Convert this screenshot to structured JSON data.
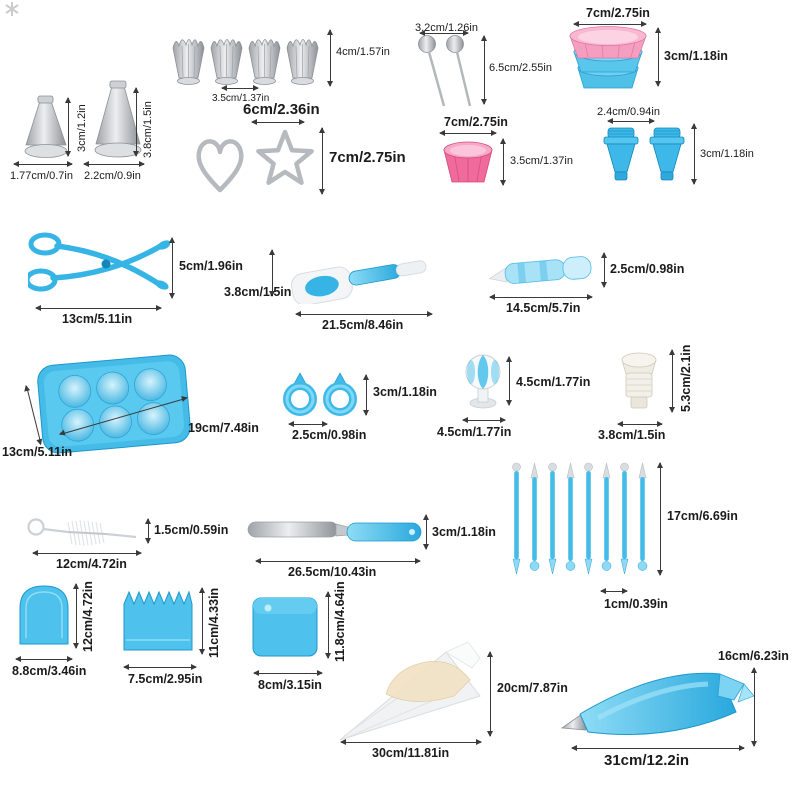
{
  "page": {
    "type": "cake-decorating-tools-dimension-diagram",
    "background": "#ffffff"
  },
  "colors": {
    "blue": "#45bce8",
    "dark_blue": "#1d98cc",
    "light_blue": "#8fdcf6",
    "pink": "#f49ec0",
    "dark_pink": "#e077a4",
    "silver": "#c7cbd0",
    "arrow": "#3a3a3a"
  },
  "items": {
    "nozzle_small": {
      "width": "1.77cm/0.7in",
      "height": "3cm/1.2in"
    },
    "nozzle_large": {
      "width": "2.2cm/0.9in",
      "height": "3.8cm/1.5in"
    },
    "piping_tips": {
      "width": "3.5cm/1.37in",
      "height": "4cm/1.57in"
    },
    "cookie_cutters": {
      "width": "6cm/2.36in",
      "height": "7cm/2.75in"
    },
    "cake_pop_sticks": {
      "width": "3.2cm/1.26in",
      "height": "6.5cm/2.55in"
    },
    "cupcake_liners": {
      "width": "7cm/2.75in",
      "height": "3cm/1.18in"
    },
    "cupcake_mold": {
      "width": "7cm/2.75in",
      "height": "3.5cm/1.37in"
    },
    "couplers": {
      "width": "2.4cm/0.94in",
      "height": "3cm/1.18in"
    },
    "tong_scissors": {
      "width": "13cm/5.11in",
      "height": "5cm/1.96in"
    },
    "spatula_brush": {
      "width": "21.5cm/8.46in",
      "height": "3.8cm/1.5in"
    },
    "decorating_pen": {
      "width": "14.5cm/5.7in",
      "height": "2.5cm/0.98in"
    },
    "baking_mold": {
      "width": "19cm/7.48in",
      "height": "13cm/5.11in"
    },
    "piping_rings": {
      "width": "2.5cm/0.98in",
      "height": "3cm/1.18in"
    },
    "flower_nail": {
      "width": "4.5cm/1.77in",
      "height": "4.5cm/1.77in"
    },
    "converter": {
      "width": "3.8cm/1.5in",
      "height": "5.3cm/2.1in"
    },
    "modeling_tools": {
      "width": "1cm/0.39in",
      "height": "17cm/6.69in"
    },
    "cleaning_brush": {
      "width": "12cm/4.72in",
      "height": "1.5cm/0.59in"
    },
    "offset_spatula": {
      "width": "26.5cm/10.43in",
      "height": "3cm/1.18in"
    },
    "scraper_round": {
      "width": "8.8cm/3.46in",
      "height": "12cm/4.72in"
    },
    "scraper_comb": {
      "width": "7.5cm/2.95in",
      "height": "11cm/4.33in"
    },
    "scraper_flat": {
      "width": "8cm/3.15in",
      "height": "11.8cm/4.64in"
    },
    "disposable_bag": {
      "width": "30cm/11.81in",
      "height": "20cm/7.87in"
    },
    "piping_bag": {
      "width": "31cm/12.2in",
      "height": "16cm/6.23in"
    }
  }
}
